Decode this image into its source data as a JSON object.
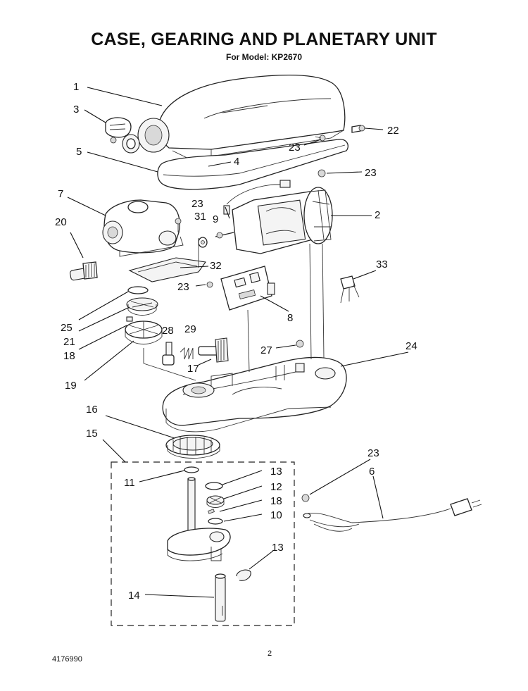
{
  "header": {
    "title": "CASE, GEARING AND PLANETARY UNIT",
    "subtitle": "For Model: KP2670"
  },
  "footer": {
    "page_number": "2",
    "document_number": "4176990"
  },
  "callouts": [
    {
      "id": "c1",
      "label": "1"
    },
    {
      "id": "c3",
      "label": "3"
    },
    {
      "id": "c5",
      "label": "5"
    },
    {
      "id": "c4",
      "label": "4"
    },
    {
      "id": "c22",
      "label": "22"
    },
    {
      "id": "c23a",
      "label": "23"
    },
    {
      "id": "c23b",
      "label": "23"
    },
    {
      "id": "c7",
      "label": "7"
    },
    {
      "id": "c23c",
      "label": "23"
    },
    {
      "id": "c31",
      "label": "31"
    },
    {
      "id": "c9",
      "label": "9"
    },
    {
      "id": "c2",
      "label": "2"
    },
    {
      "id": "c20",
      "label": "20"
    },
    {
      "id": "c32",
      "label": "32"
    },
    {
      "id": "c33",
      "label": "33"
    },
    {
      "id": "c23d",
      "label": "23"
    },
    {
      "id": "c25",
      "label": "25"
    },
    {
      "id": "c21",
      "label": "21"
    },
    {
      "id": "c8",
      "label": "8"
    },
    {
      "id": "c28",
      "label": "28"
    },
    {
      "id": "c29",
      "label": "29"
    },
    {
      "id": "c18a",
      "label": "18"
    },
    {
      "id": "c27",
      "label": "27"
    },
    {
      "id": "c24",
      "label": "24"
    },
    {
      "id": "c17",
      "label": "17"
    },
    {
      "id": "c19",
      "label": "19"
    },
    {
      "id": "c16",
      "label": "16"
    },
    {
      "id": "c15",
      "label": "15"
    },
    {
      "id": "c23e",
      "label": "23"
    },
    {
      "id": "c6",
      "label": "6"
    },
    {
      "id": "c11",
      "label": "11"
    },
    {
      "id": "c13a",
      "label": "13"
    },
    {
      "id": "c12",
      "label": "12"
    },
    {
      "id": "c18b",
      "label": "18"
    },
    {
      "id": "c10",
      "label": "10"
    },
    {
      "id": "c13b",
      "label": "13"
    },
    {
      "id": "c14",
      "label": "14"
    }
  ]
}
